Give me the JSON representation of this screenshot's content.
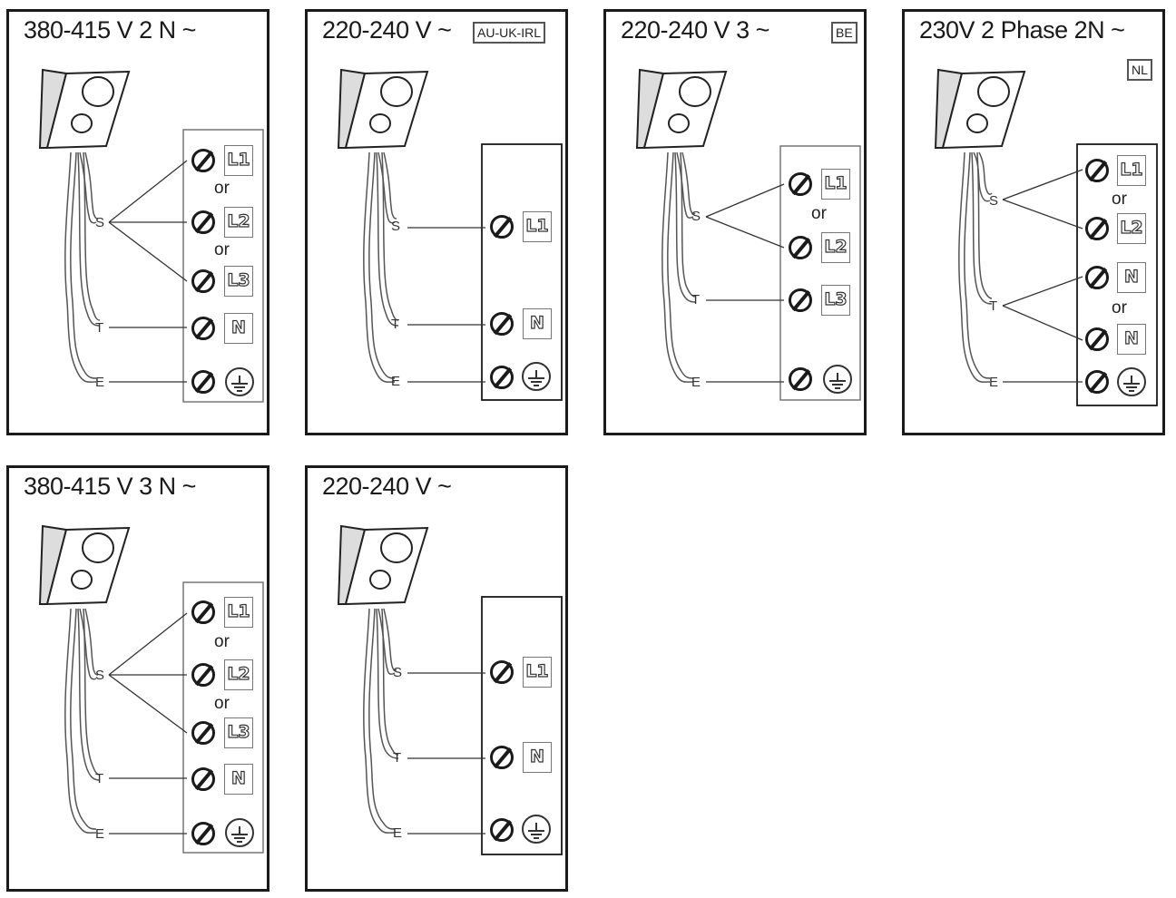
{
  "panels": [
    {
      "title": "380-415 V 2 N ~",
      "region": "",
      "wires": {
        "s": "S",
        "t": "T",
        "e": "E"
      },
      "or_labels": [
        "or",
        "or"
      ],
      "terminals": [
        "L1",
        "L2",
        "L3",
        "N"
      ],
      "earth_icon": "earth-ground-icon"
    },
    {
      "title": "220-240 V ~",
      "region": "AU-UK-IRL",
      "wires": {
        "s": "S",
        "t": "T",
        "e": "E"
      },
      "or_labels": [],
      "terminals": [
        "L1",
        "N"
      ],
      "earth_icon": "earth-ground-icon"
    },
    {
      "title": "220-240 V 3 ~",
      "region": "BE",
      "wires": {
        "s": "S",
        "t": "T",
        "e": "E"
      },
      "or_labels": [
        "or"
      ],
      "terminals": [
        "L1",
        "L2",
        "L3"
      ],
      "earth_icon": "earth-ground-icon"
    },
    {
      "title": "230V 2 Phase 2N ~",
      "region": "NL",
      "wires": {
        "s": "S",
        "t": "T",
        "e": "E"
      },
      "or_labels": [
        "or",
        "or"
      ],
      "terminals": [
        "L1",
        "L2",
        "N",
        "N"
      ],
      "earth_icon": "earth-ground-icon"
    },
    {
      "title": "380-415 V 3 N ~",
      "region": "",
      "wires": {
        "s": "S",
        "t": "T",
        "e": "E"
      },
      "or_labels": [
        "or",
        "or"
      ],
      "terminals": [
        "L1",
        "L2",
        "L3",
        "N"
      ],
      "earth_icon": "earth-ground-icon"
    },
    {
      "title": "220-240 V ~",
      "region": "",
      "wires": {
        "s": "S",
        "t": "T",
        "e": "E"
      },
      "or_labels": [],
      "terminals": [
        "L1",
        "N"
      ],
      "earth_icon": "earth-ground-icon"
    }
  ],
  "colors": {
    "border": "#1a1a1a",
    "line": "#333333"
  }
}
